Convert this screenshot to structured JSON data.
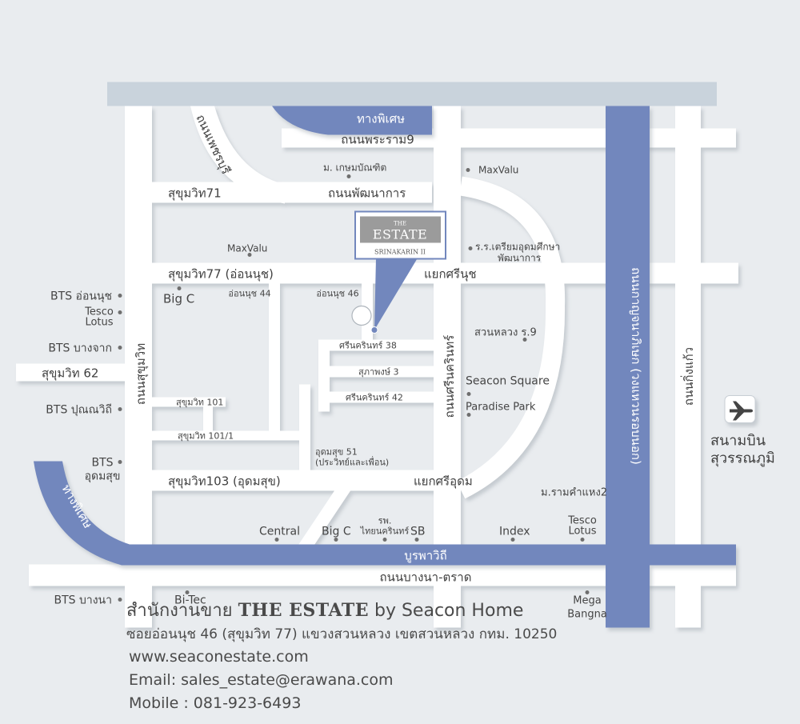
{
  "roads": {
    "expressway_top": "ทางพิเศษ",
    "expressway_left": "ทางพิเศษ",
    "rama9": "ถนนพระราม9",
    "phetchaburi": "ถนนเพชรบุรี",
    "sukhumvit71": "สุขุมวิท71",
    "phatthanakan": "ถนนพัฒนาการ",
    "sukhumvit77": "สุขุมวิท77 (อ่อนนุช)",
    "on_nut_44": "อ่อนนุช 44",
    "on_nut_46": "อ่อนนุช 46",
    "srinakarin_38": "ศรีนครินทร์ 38",
    "suphaphong_3": "สุภาพงษ์ 3",
    "srinakarin_42": "ศรีนครินทร์ 42",
    "sukhumvit_101": "สุขุมวิท 101",
    "sukhumvit_101_1": "สุขุมวิท 101/1",
    "udomsuk_51": "อุดมสุข 51",
    "udomsuk_51_note": "(ประวิทย์และเพื่อน)",
    "sukhumvit103": "สุขุมวิท103 (อุดมสุข)",
    "sukhumvit62": "สุขุมวิท 62",
    "sukhumvit_road": "ถนนสุขุมวิท",
    "srinakarin_road": "ถนนศรีนครินทร์",
    "motorway": "ถนนกาญจนาภิเษก (วงแหวนรอบนอก)",
    "king_kaeo": "ถนนกิ่งแก้ว",
    "burapha_withi": "บูรพาวิถี",
    "bangna_trat": "ถนนบางนา-ตราด",
    "srinut_junction": "แยกศรีนุช",
    "sriudom_junction": "แยกศรีอุดม"
  },
  "pois": {
    "kasem_bundit": "ม. เกษมบัณฑิต",
    "maxvalu_1": "MaxValu",
    "maxvalu_2": "MaxValu",
    "school": "ร.ร.เตรียมอุดมศึกษา พัฒนาการ",
    "school_line1": "ร.ร.เตรียมอุดมศึกษา",
    "school_line2": "พัฒนาการ",
    "bigc_1": "Big C",
    "bigc_2": "Big C",
    "suan_luang": "สวนหลวง ร.9",
    "seacon_square": "Seacon Square",
    "paradise_park": "Paradise Park",
    "ramkhamhaeng2": "ม.รามคำแหง2",
    "central": "Central",
    "hospital": "รพ. ไทยนครินทร์",
    "hospital_line1": "รพ.",
    "hospital_line2": "ไทยนครินทร์",
    "sb": "SB",
    "index": "Index",
    "tesco_1": "Tesco Lotus",
    "tesco_1_line1": "Tesco",
    "tesco_1_line2": "Lotus",
    "tesco_2": "Tesco Lotus",
    "tesco_2_line1": "Tesco",
    "tesco_2_line2": "Lotus",
    "mega_bangna": "Mega Bangna",
    "mega_line1": "Mega",
    "mega_line2": "Bangna",
    "bitec": "Bi-Tec",
    "airport": "สนามบิน สุวรรณภูมิ",
    "airport_line1": "สนามบิน",
    "airport_line2": "สุวรรณภูมิ",
    "bts_on_nut": "BTS อ่อนนุช",
    "bts_bang_chak": "BTS บางจาก",
    "bts_punnawithi": "BTS ปุณณวิถี",
    "bts_udomsuk": "BTS อุดมสุข",
    "bts_udomsuk_line1": "BTS",
    "bts_udomsuk_line2": "อุดมสุข",
    "bts_bangna": "BTS บางนา"
  },
  "project": {
    "the": "THE",
    "estate": "ESTATE",
    "srinakarin": "SRINAKARIN II"
  },
  "footer": {
    "office": "สำนักงานขาย",
    "brand": "THE ESTATE",
    "by": "by Seacon Home",
    "address": "ซอยอ่อนนุช 46 (สุขุมวิท 77) แขวงสวนหลวง เขตสวนหลวง กทม. 10250",
    "website": "www.seaconestate.com",
    "email": "Email: sales_estate@erawana.com",
    "mobile": "Mobile : 081-923-6493"
  },
  "colors": {
    "background": "#e9ecef",
    "road": "#ffffff",
    "expressway": "#7287bd",
    "top_band": "#c9d3dc",
    "text": "#4a4a4a"
  },
  "icons": {
    "airport": "airplane-icon",
    "location": "location-pin-icon"
  }
}
